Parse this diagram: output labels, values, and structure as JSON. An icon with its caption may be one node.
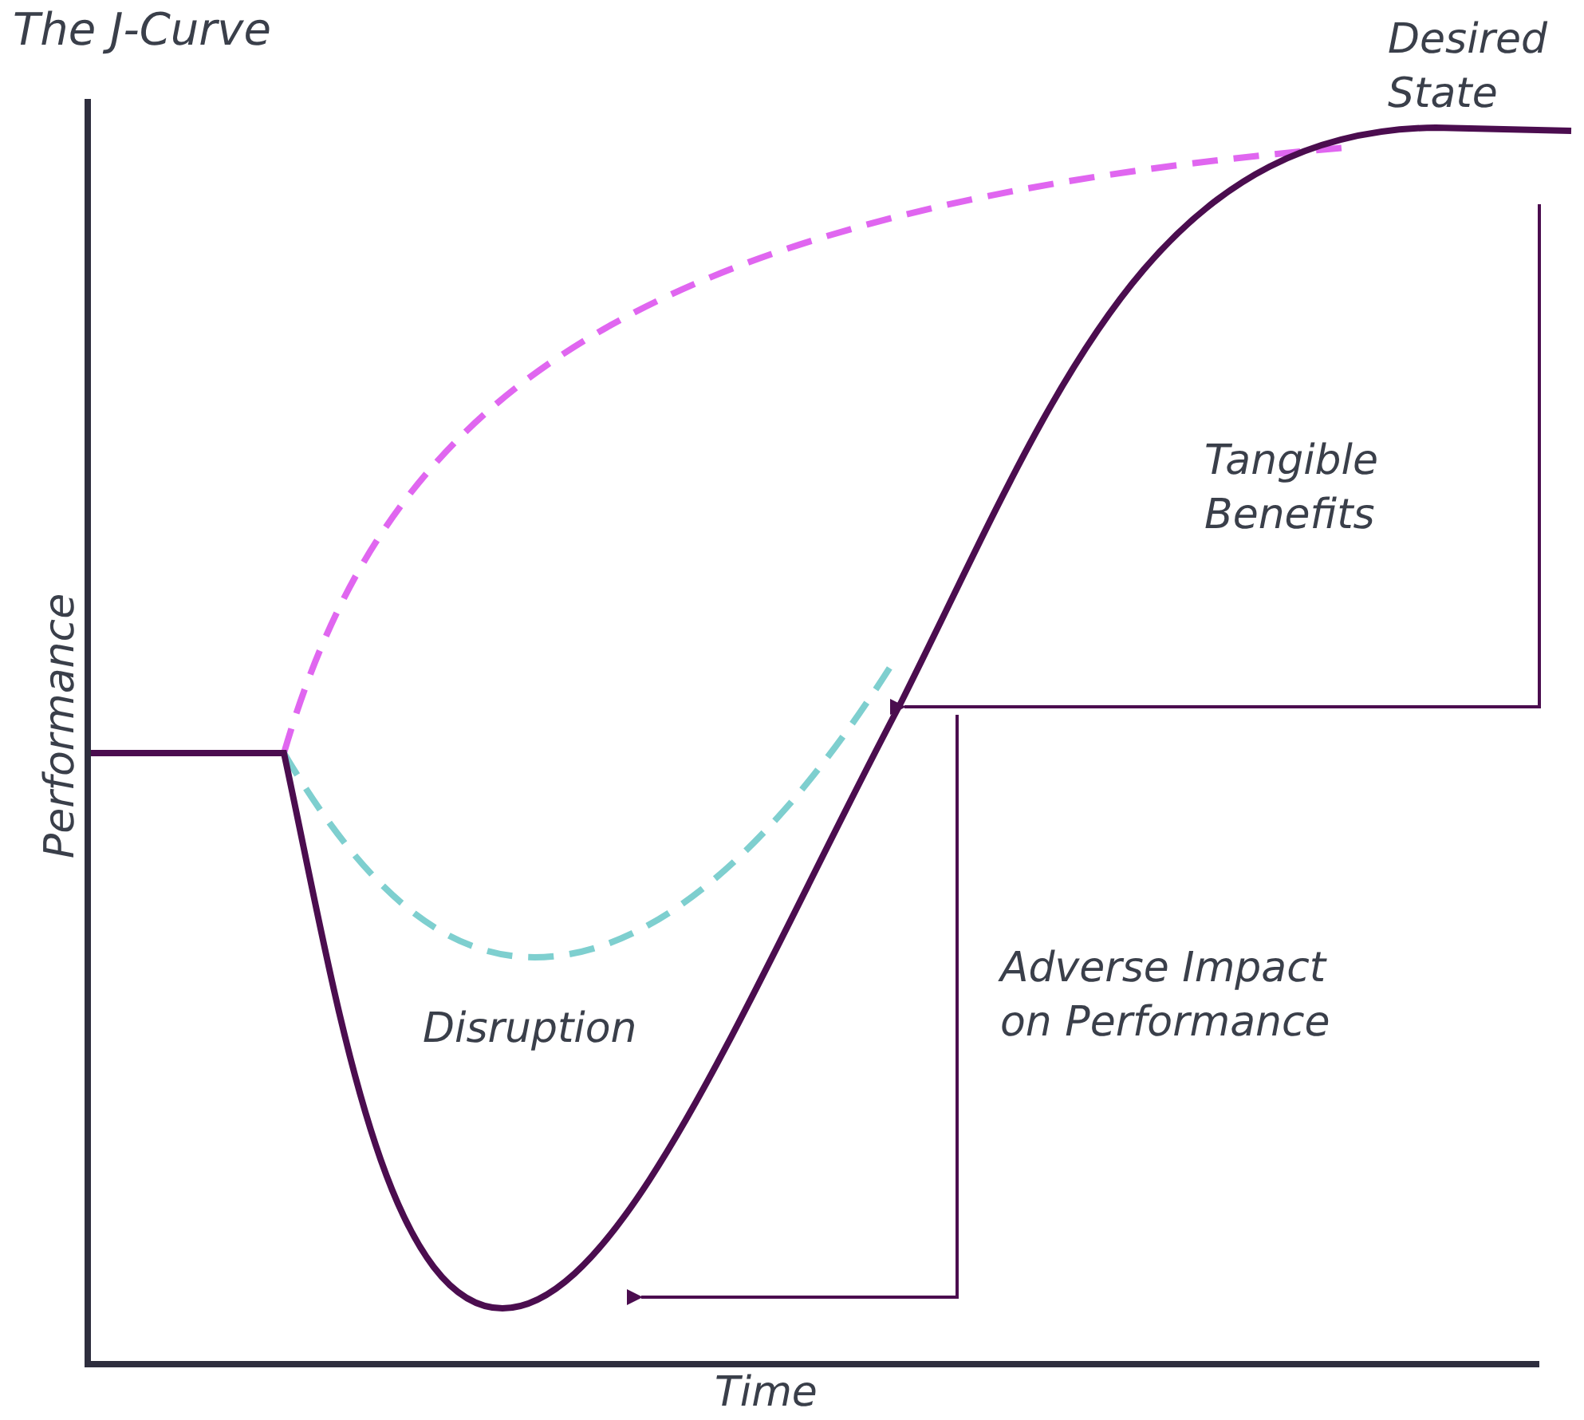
{
  "diagram": {
    "title": "The J-Curve",
    "labels": [
      "Desired State",
      "Tangible Benefits",
      "Performance",
      "Disruption",
      "Adverse Impact on Performance",
      "Time"
    ]
  }
}
